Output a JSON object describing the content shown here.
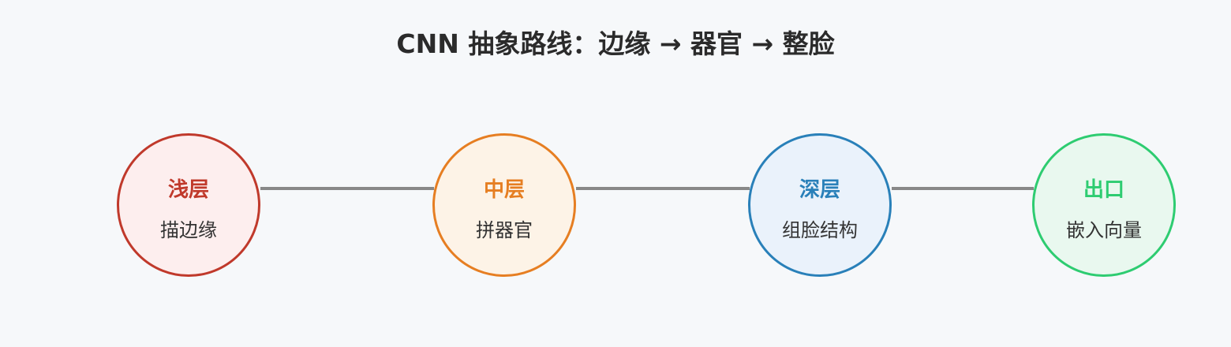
{
  "title": "CNN 抽象路线：边缘 → 器官 → 整脸",
  "colors": {
    "shallow": "#c0392b",
    "shallow_fill": "#fdeeee",
    "middle": "#e67e22",
    "middle_fill": "#fdf3e7",
    "deep": "#2980b9",
    "deep_fill": "#eaf2fb",
    "output": "#2ecc71",
    "output_fill": "#e9f8ef",
    "connector": "#888888"
  },
  "nodes": [
    {
      "label": "浅层",
      "desc": "描边缘"
    },
    {
      "label": "中层",
      "desc": "拼器官"
    },
    {
      "label": "深层",
      "desc": "组脸结构"
    },
    {
      "label": "出口",
      "desc": "嵌入向量"
    }
  ]
}
